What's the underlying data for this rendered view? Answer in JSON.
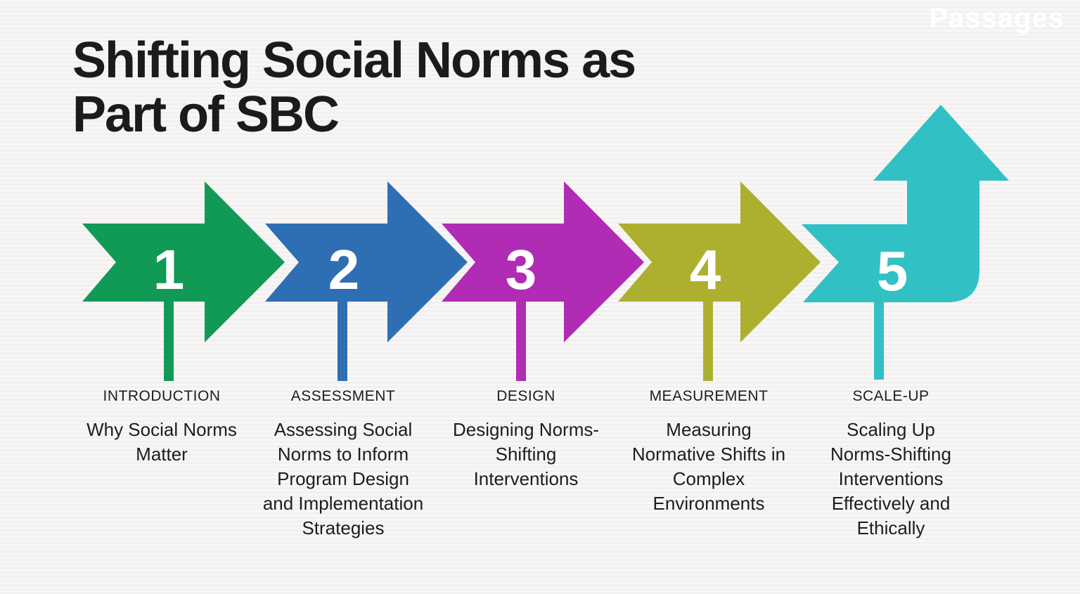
{
  "slide": {
    "title": "Shifting Social Norms as\nPart of SBC",
    "logo": "Passages",
    "background_color": "#f5f4f3"
  },
  "stages": [
    {
      "number": "1",
      "category": "INTRODUCTION",
      "description": "Why Social Norms\nMatter",
      "color": "#119a56"
    },
    {
      "number": "2",
      "category": "ASSESSMENT",
      "description": "Assessing Social\nNorms to Inform\nProgram Design\nand Implementation\nStrategies",
      "color": "#2e6fb3"
    },
    {
      "number": "3",
      "category": "DESIGN",
      "description": "Designing Norms-\nShifting\nInterventions",
      "color": "#b02cb4"
    },
    {
      "number": "4",
      "category": "MEASUREMENT",
      "description": "Measuring\nNormative Shifts in\nComplex\nEnvironments",
      "color": "#adb02f"
    },
    {
      "number": "5",
      "category": "SCALE-UP",
      "description": "Scaling Up\nNorms-Shifting\nInterventions\nEffectively and\nEthically",
      "color": "#31c1c4"
    }
  ]
}
